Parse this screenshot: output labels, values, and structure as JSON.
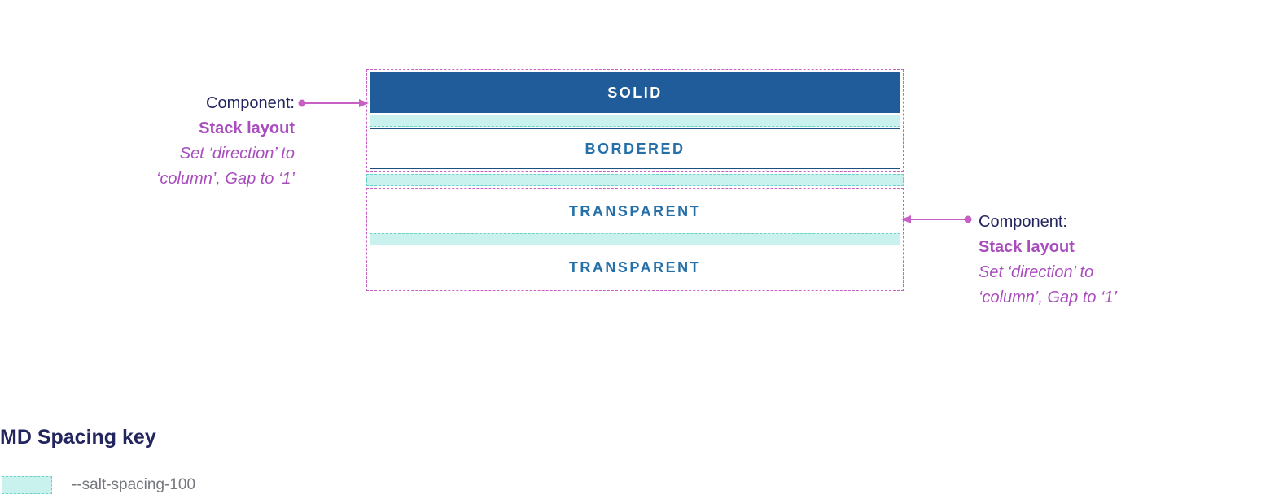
{
  "colors": {
    "solid-blue": "#1F5C99",
    "label-blue": "#2670A9",
    "bordered-border": "#1D4F7F",
    "teal-fill": "#C9F1EE",
    "teal-border": "#6AD2CA",
    "dash-purple": "#C75FC5",
    "arrow-purple": "#C75FC5",
    "navy-text": "#23255F",
    "purple-text": "#A94DBE",
    "grey-text": "#75777E"
  },
  "stacks": {
    "top": {
      "rows": [
        {
          "label": "SOLID",
          "variant": "solid"
        },
        {
          "label": "BORDERED",
          "variant": "bordered"
        }
      ]
    },
    "bottom": {
      "rows": [
        {
          "label": "TRANSPARENT",
          "variant": "transparent"
        },
        {
          "label": "TRANSPARENT",
          "variant": "transparent"
        }
      ]
    }
  },
  "annotation_left": {
    "component_label": "Component:",
    "component_name": "Stack layout",
    "setting_line1": "Set ‘direction’ to",
    "setting_line2": "‘column’, Gap to ‘1’"
  },
  "annotation_right": {
    "component_label": "Component:",
    "component_name": "Stack layout",
    "setting_line1": "Set ‘direction’ to",
    "setting_line2": "‘column’, Gap to ‘1’"
  },
  "legend": {
    "title": "MD Spacing key",
    "item_label": "--salt-spacing-100"
  }
}
